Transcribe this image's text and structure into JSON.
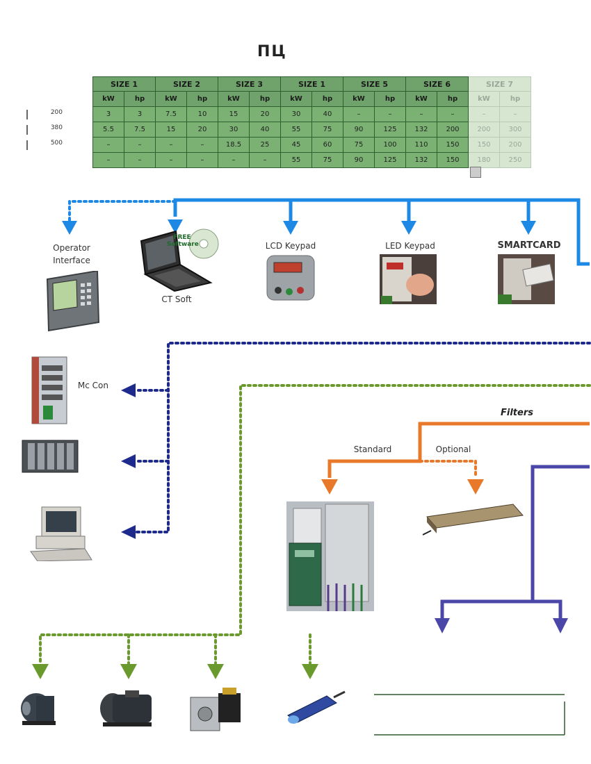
{
  "heading": "ПЦ",
  "table": {
    "size_headers": [
      "SIZE 1",
      "SIZE 2",
      "SIZE 3",
      "SIZE 1",
      "SIZE 5",
      "SIZE 6",
      "SIZE 7"
    ],
    "unit_headers": [
      "kW",
      "hp",
      "kW",
      "hp",
      "kW",
      "hp",
      "kW",
      "hp",
      "kW",
      "hp",
      "kW",
      "hp",
      "kW",
      "hp"
    ],
    "row_labels": [
      "200",
      "380",
      "500",
      ""
    ],
    "rows": [
      [
        "3",
        "3",
        "7.5",
        "10",
        "15",
        "20",
        "30",
        "40",
        "–",
        "–",
        "–",
        "–",
        "–",
        "–"
      ],
      [
        "5.5",
        "7.5",
        "15",
        "20",
        "30",
        "40",
        "55",
        "75",
        "90",
        "125",
        "132",
        "200",
        "200",
        "300"
      ],
      [
        "–",
        "–",
        "–",
        "–",
        "18.5",
        "25",
        "45",
        "60",
        "75",
        "100",
        "110",
        "150",
        "150",
        "200"
      ],
      [
        "–",
        "–",
        "–",
        "–",
        "–",
        "–",
        "55",
        "75",
        "90",
        "125",
        "132",
        "150",
        "180",
        "250"
      ]
    ]
  },
  "labels": {
    "operator_interface": "Operator Interface",
    "ct_soft": "CT Soft",
    "free_software": "FREE Software",
    "lcd_keypad": "LCD Keypad",
    "led_keypad": "LED Keypad",
    "smartcard": "SMARTCARD",
    "motion_controller": "Mc Con",
    "filters": "Filters",
    "standard": "Standard",
    "optional": "Optional"
  },
  "colors": {
    "blue": "#1e88e5",
    "navy": "#1d2a8c",
    "green": "#6a9a2e",
    "orange": "#e8782a",
    "purple": "#4b47a8",
    "table_green": "#7bb274"
  },
  "icons": [
    "laptop-icon",
    "cd-icon",
    "keypad-icon",
    "hmi-panel-icon",
    "plc-icon",
    "desktop-pc-icon",
    "drive-cabinet-icon",
    "filter-unit-icon",
    "motor-icon",
    "servo-motor-icon",
    "linear-motor-icon",
    "controller-module-icon"
  ]
}
